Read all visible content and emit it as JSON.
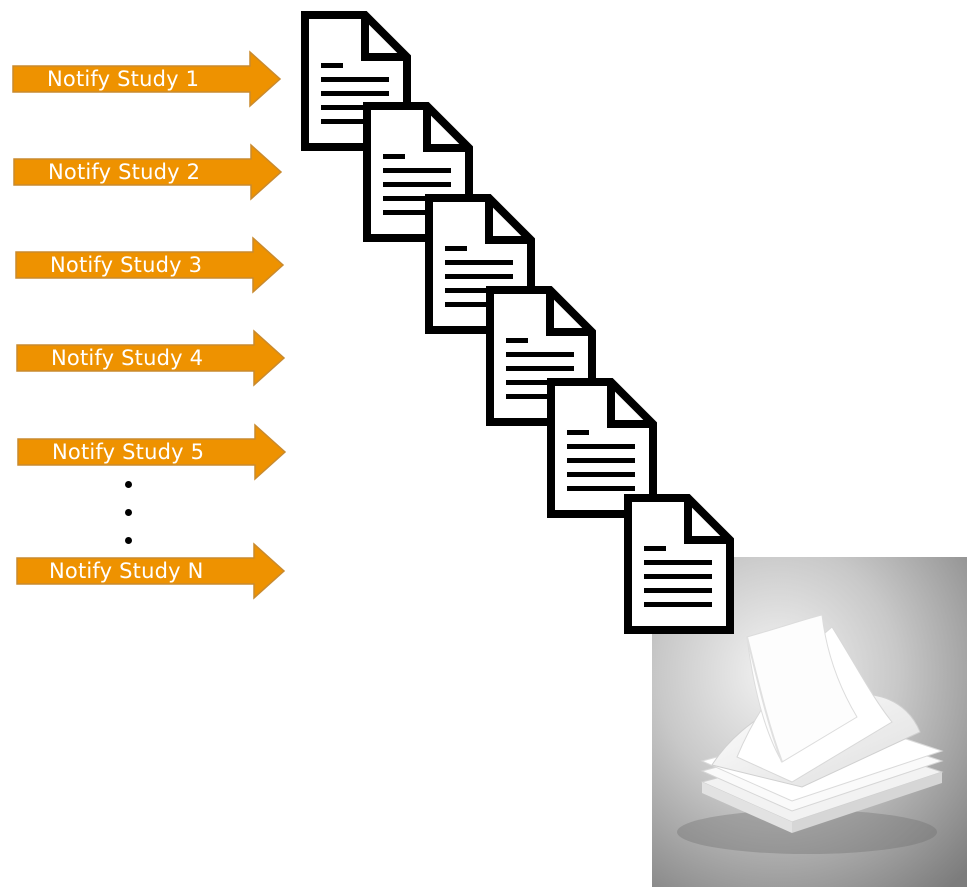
{
  "arrows": [
    {
      "label": "Notify Study 1"
    },
    {
      "label": "Notify Study 2"
    },
    {
      "label": "Notify Study 3"
    },
    {
      "label": "Notify Study 4"
    },
    {
      "label": "Notify Study 5"
    },
    {
      "label": "Notify Study N"
    }
  ],
  "ellipsis_dots": 3,
  "documents_count": 6,
  "colors": {
    "arrow_fill": "#EE9200",
    "arrow_stroke": "#C98A2E",
    "arrow_text": "#FFFFFF",
    "doc_stroke": "#000000",
    "photo_bg": "#9A9A9A"
  },
  "icons": {
    "document": "document-icon",
    "paper_stack": "paper-stack-photo"
  }
}
